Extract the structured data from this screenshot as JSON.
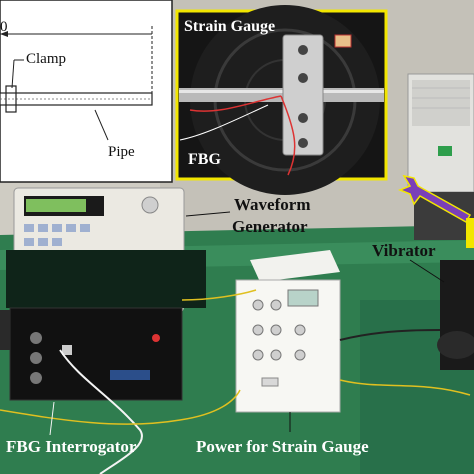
{
  "inset_schematic": {
    "dimension_fragment": "0",
    "clamp_label": "Clamp",
    "pipe_label": "Pipe"
  },
  "inset_closeup": {
    "strain_gauge_label": "Strain Gauge",
    "fbg_label": "FBG",
    "border_color": "#f2e600"
  },
  "equipment_labels": {
    "waveform_generator_line1": "Waveform",
    "waveform_generator_line2": "Generator",
    "vibrator": "Vibrator",
    "fbg_interrogator": "FBG Interrogator",
    "power_for_strain_gauge": "Power for Strain Gauge"
  },
  "colors": {
    "table_green": "#2f7d4f",
    "wall": "#c9c6bd",
    "arrow_purple": "#7a3fb8",
    "arrow_outline": "#f2e600"
  }
}
